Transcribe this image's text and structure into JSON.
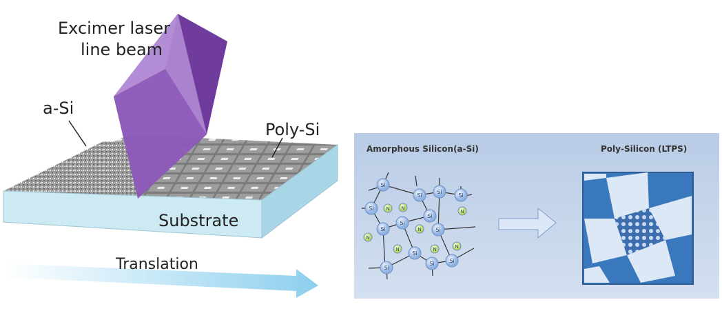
{
  "left_diagram": {
    "beam_label_line1": "Excimer laser",
    "beam_label_line2": "line beam",
    "asi_label": "a-Si",
    "polysi_label": "Poly-Si",
    "substrate_label": "Substrate",
    "translation_label": "Translation",
    "colors": {
      "beam": "#8e5bb8",
      "substrate": "#cde9f2",
      "arrow": "#9fd3ec"
    }
  },
  "right_diagram": {
    "amorphous_title": "Amorphous Silicon(a-Si)",
    "poly_title": "Poly-Silicon (LTPS)",
    "si_atom": "Si",
    "n_atom": "N",
    "colors": {
      "panel": "#c3d3ea",
      "grain_dark": "#3a78bd",
      "grain_light": "#dde8f6"
    }
  }
}
